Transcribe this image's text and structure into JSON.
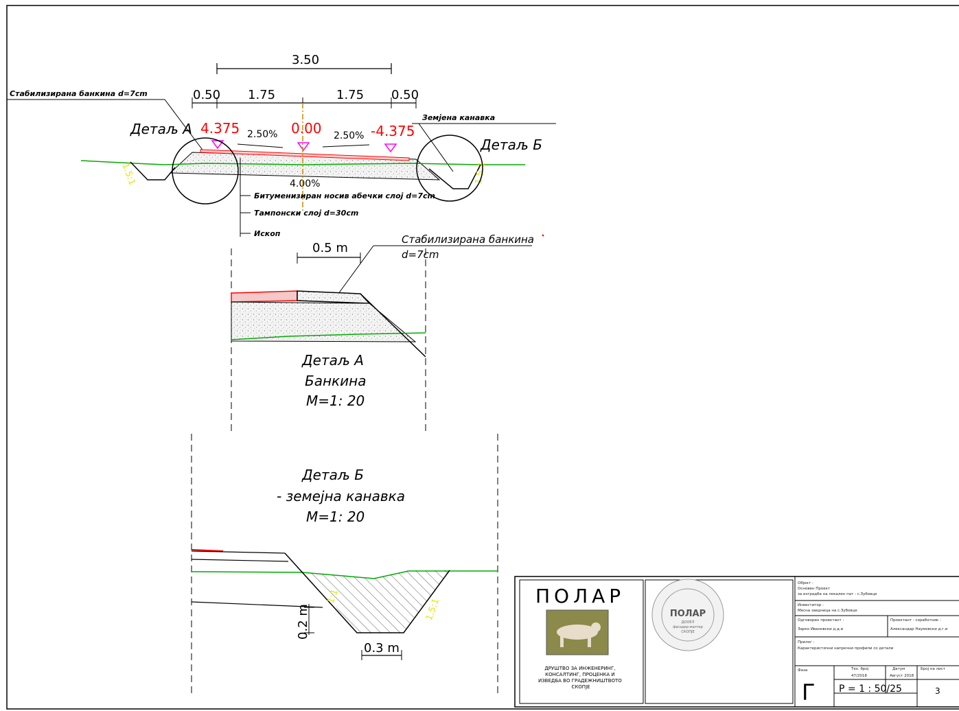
{
  "cross_section": {
    "total_width": "3.50",
    "shoulder_left": "0.50",
    "lane_left": "1.75",
    "lane_right": "1.75",
    "shoulder_right": "0.50",
    "elev_left": "4.375",
    "elev_center": "0.00",
    "elev_right": "-4.375",
    "slope_left": "2.50%",
    "slope_right": "2.50%",
    "slope_sub": "4.00%",
    "embankment_slope": "1.5:1",
    "detail_a": "Детаљ А",
    "detail_b": "Детаљ Б",
    "label_shoulder": "Стабилизирана банкина d=7cm",
    "label_ditch": "Земјена канавка",
    "label_asphalt": "Битуменизиран носив абечки слој d=7cm",
    "label_base": "Тампонски слој d=30cm",
    "label_excavation": "Ископ"
  },
  "detail_a": {
    "dim": "0.5 m",
    "label_line1": "Стабилизирана банкина",
    "label_line2": "d=7cm",
    "title": "Детаљ А",
    "subtitle": "Банкина",
    "scale": "M=1: 20"
  },
  "detail_b": {
    "title": "Детаљ Б",
    "subtitle": "- земејна канавка",
    "scale": "M=1: 20",
    "depth": "0.2 m",
    "width": "0.3 m",
    "slope_left": "1:1",
    "slope_right": "1.5:1"
  },
  "title_block": {
    "company_name": "ПОЛАР",
    "company_full": "ДРУШТВО ЗА ИНЖЕНЕРИНГ, КОНСАЛТИНГ, ПРОЦЕНКА И ИЗВЕДБА ВО ГРАДЕЖНИШТВОТО СКОПЈЕ",
    "stamp_name": "ПОЛАР",
    "stamp_small": "ДООЕЛ\nфасадер-малтер\nСКОПЈЕ",
    "object_label": "Објект :",
    "object_line1": "Основен Проект",
    "object_line2": "за изградба на локален пат - с.Зубовце",
    "investor_label": "Инвеститор :",
    "investor_value": "Месна заедница на с.Зубовце",
    "responsible_label": "Одговорен проектант :",
    "responsible_value": "Зарко Ивановски д.д.и",
    "collaborator_label": "Проектант - соработник :",
    "collaborator_value": "Александар Наумовски д.г.и",
    "drawing_label": "Прилог :",
    "drawing_value": "Карактеристични напречни профили со детали",
    "phase_label": "Фаза",
    "phase_value": "Г",
    "tech_label": "Тех. број",
    "tech_value": "47/2018",
    "date_label": "Датум",
    "date_value": "Август 2018",
    "sheet_label": "Број на лист",
    "sheet_value": "3",
    "scale_value": "P = 1 : 50/25"
  },
  "colors": {
    "red": "#ff0000",
    "green": "#00aa00",
    "yellow": "#e6e600",
    "magenta": "#ff00ff",
    "orange": "#cc8800"
  }
}
